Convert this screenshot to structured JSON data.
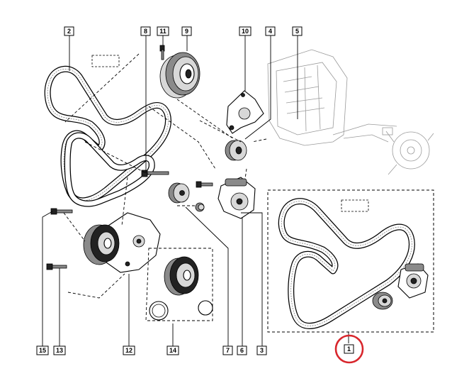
{
  "callouts": {
    "n1": "1",
    "n2": "2",
    "n3": "3",
    "n4": "4",
    "n5": "5",
    "n6": "6",
    "n7": "7",
    "n8": "8",
    "n9": "9",
    "n10": "10",
    "n11": "11",
    "n12": "12",
    "n13": "13",
    "n14": "14",
    "n15": "15"
  },
  "highlight": {
    "callout": "1",
    "color": "#d8262c"
  }
}
